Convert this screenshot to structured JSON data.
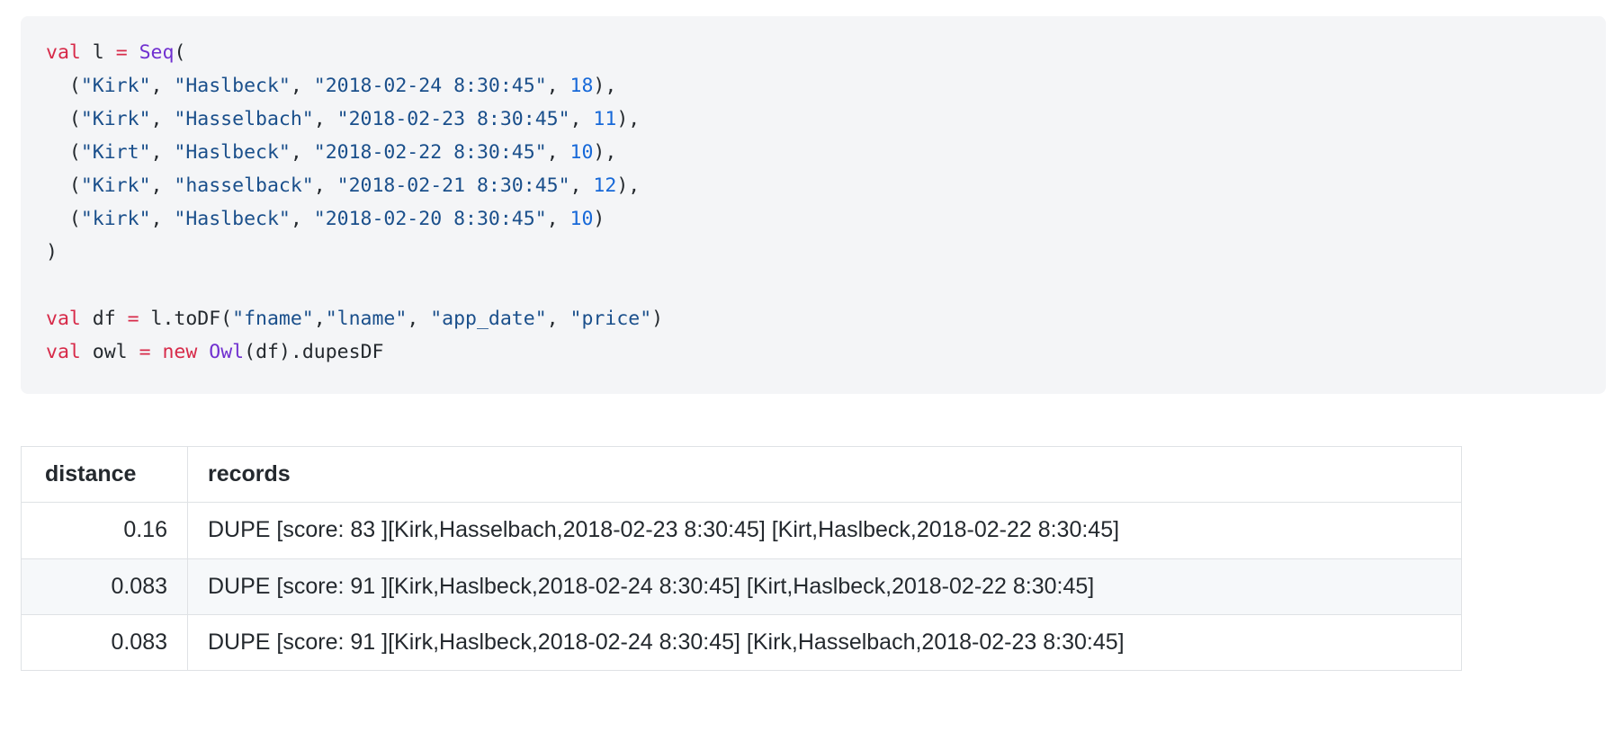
{
  "code_block": {
    "language": "scala",
    "lines": [
      [
        {
          "t": "val",
          "c": "kw"
        },
        {
          "t": " l ",
          "c": "pl"
        },
        {
          "t": "=",
          "c": "op"
        },
        {
          "t": " ",
          "c": "pl"
        },
        {
          "t": "Seq",
          "c": "type"
        },
        {
          "t": "(",
          "c": "pl"
        }
      ],
      [
        {
          "t": "  (",
          "c": "pl"
        },
        {
          "t": "\"Kirk\"",
          "c": "str"
        },
        {
          "t": ", ",
          "c": "pl"
        },
        {
          "t": "\"Haslbeck\"",
          "c": "str"
        },
        {
          "t": ", ",
          "c": "pl"
        },
        {
          "t": "\"2018-02-24 8:30:45\"",
          "c": "str"
        },
        {
          "t": ", ",
          "c": "pl"
        },
        {
          "t": "18",
          "c": "num"
        },
        {
          "t": "),",
          "c": "pl"
        }
      ],
      [
        {
          "t": "  (",
          "c": "pl"
        },
        {
          "t": "\"Kirk\"",
          "c": "str"
        },
        {
          "t": ", ",
          "c": "pl"
        },
        {
          "t": "\"Hasselbach\"",
          "c": "str"
        },
        {
          "t": ", ",
          "c": "pl"
        },
        {
          "t": "\"2018-02-23 8:30:45\"",
          "c": "str"
        },
        {
          "t": ", ",
          "c": "pl"
        },
        {
          "t": "11",
          "c": "num"
        },
        {
          "t": "),",
          "c": "pl"
        }
      ],
      [
        {
          "t": "  (",
          "c": "pl"
        },
        {
          "t": "\"Kirt\"",
          "c": "str"
        },
        {
          "t": ", ",
          "c": "pl"
        },
        {
          "t": "\"Haslbeck\"",
          "c": "str"
        },
        {
          "t": ", ",
          "c": "pl"
        },
        {
          "t": "\"2018-02-22 8:30:45\"",
          "c": "str"
        },
        {
          "t": ", ",
          "c": "pl"
        },
        {
          "t": "10",
          "c": "num"
        },
        {
          "t": "),",
          "c": "pl"
        }
      ],
      [
        {
          "t": "  (",
          "c": "pl"
        },
        {
          "t": "\"Kirk\"",
          "c": "str"
        },
        {
          "t": ", ",
          "c": "pl"
        },
        {
          "t": "\"hasselback\"",
          "c": "str"
        },
        {
          "t": ", ",
          "c": "pl"
        },
        {
          "t": "\"2018-02-21 8:30:45\"",
          "c": "str"
        },
        {
          "t": ", ",
          "c": "pl"
        },
        {
          "t": "12",
          "c": "num"
        },
        {
          "t": "),",
          "c": "pl"
        }
      ],
      [
        {
          "t": "  (",
          "c": "pl"
        },
        {
          "t": "\"kirk\"",
          "c": "str"
        },
        {
          "t": ", ",
          "c": "pl"
        },
        {
          "t": "\"Haslbeck\"",
          "c": "str"
        },
        {
          "t": ", ",
          "c": "pl"
        },
        {
          "t": "\"2018-02-20 8:30:45\"",
          "c": "str"
        },
        {
          "t": ", ",
          "c": "pl"
        },
        {
          "t": "10",
          "c": "num"
        },
        {
          "t": ")",
          "c": "pl"
        }
      ],
      [
        {
          "t": ")",
          "c": "pl"
        }
      ],
      [
        {
          "t": "",
          "c": "pl"
        }
      ],
      [
        {
          "t": "val",
          "c": "kw"
        },
        {
          "t": " df ",
          "c": "pl"
        },
        {
          "t": "=",
          "c": "op"
        },
        {
          "t": " l.toDF(",
          "c": "pl"
        },
        {
          "t": "\"fname\"",
          "c": "str"
        },
        {
          "t": ",",
          "c": "pl"
        },
        {
          "t": "\"lname\"",
          "c": "str"
        },
        {
          "t": ", ",
          "c": "pl"
        },
        {
          "t": "\"app_date\"",
          "c": "str"
        },
        {
          "t": ", ",
          "c": "pl"
        },
        {
          "t": "\"price\"",
          "c": "str"
        },
        {
          "t": ")",
          "c": "pl"
        }
      ],
      [
        {
          "t": "val",
          "c": "kw"
        },
        {
          "t": " owl ",
          "c": "pl"
        },
        {
          "t": "=",
          "c": "op"
        },
        {
          "t": " ",
          "c": "pl"
        },
        {
          "t": "new",
          "c": "kw"
        },
        {
          "t": " ",
          "c": "pl"
        },
        {
          "t": "Owl",
          "c": "type"
        },
        {
          "t": "(df).dupesDF",
          "c": "pl"
        }
      ]
    ]
  },
  "results_table": {
    "columns": [
      "distance",
      "records"
    ],
    "rows": [
      {
        "distance": "0.16",
        "records": "DUPE [score: 83 ][Kirk,Hasselbach,2018-02-23 8:30:45] [Kirt,Haslbeck,2018-02-22 8:30:45]"
      },
      {
        "distance": "0.083",
        "records": "DUPE [score: 91 ][Kirk,Haslbeck,2018-02-24 8:30:45] [Kirt,Haslbeck,2018-02-22 8:30:45]"
      },
      {
        "distance": "0.083",
        "records": "DUPE [score: 91 ][Kirk,Haslbeck,2018-02-24 8:30:45] [Kirk,Hasselbach,2018-02-23 8:30:45]"
      }
    ]
  },
  "colors": {
    "code_background": "#f4f5f7",
    "keyword": "#d72a49",
    "type": "#7030d0",
    "string": "#1a4f8b",
    "number": "#1668d8",
    "plain": "#24292e",
    "table_border": "#dfe2e5",
    "table_stripe": "#f6f8fa",
    "page_background": "#ffffff"
  }
}
